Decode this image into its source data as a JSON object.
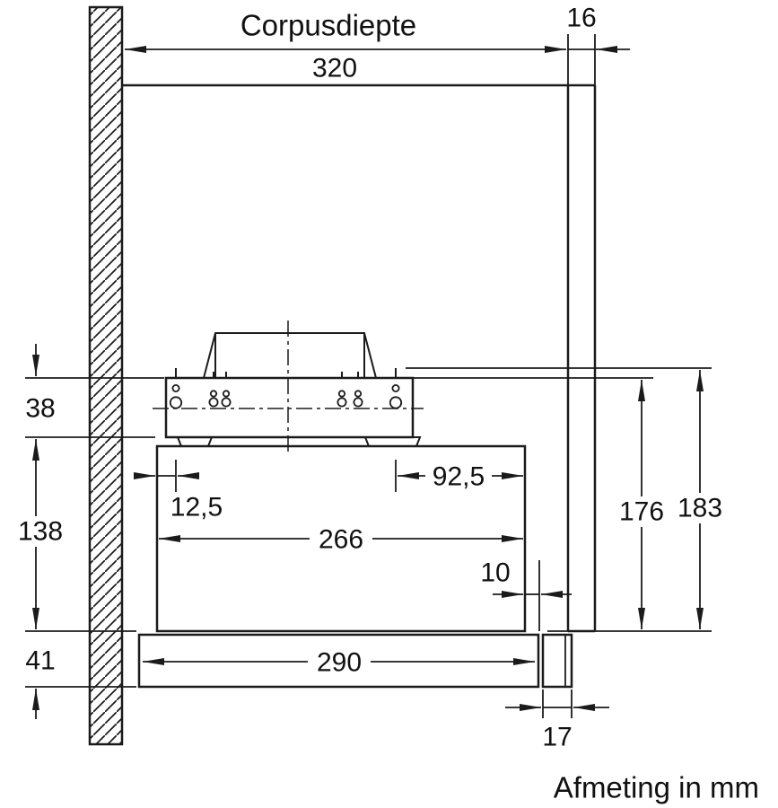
{
  "diagram": {
    "title": "Corpusdiepte",
    "unit_note": "Afmeting in mm",
    "dims": {
      "corpus_depth": "320",
      "side_panel": "16",
      "top_clearance": "38",
      "body_height": "138",
      "visor_height": "41",
      "slot_offset_left": "12,5",
      "slot_offset_right": "92,5",
      "body_depth": "266",
      "front_gap": "10",
      "visor_depth": "290",
      "handle_depth": "17",
      "install_height": "176",
      "total_height": "183"
    }
  }
}
